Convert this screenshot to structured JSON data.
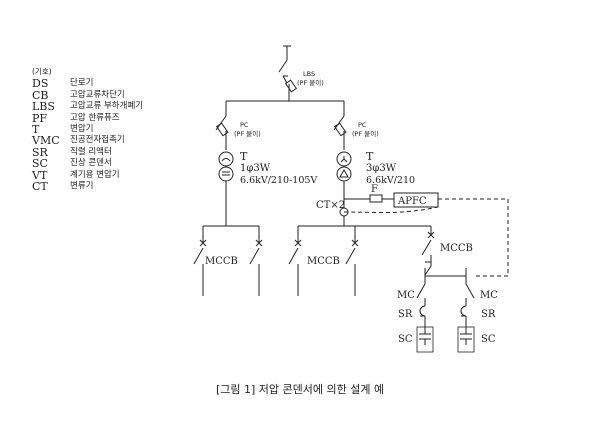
{
  "legend": {
    "heading": "(기호)",
    "items": [
      {
        "abbr": "DS",
        "desc": "단로기"
      },
      {
        "abbr": "CB",
        "desc": "고압교류차단기"
      },
      {
        "abbr": "LBS",
        "desc": "고압교류 부하개폐기"
      },
      {
        "abbr": "PF",
        "desc": "고압 한류퓨즈"
      },
      {
        "abbr": "T",
        "desc": "변압기"
      },
      {
        "abbr": "VMC",
        "desc": "진공전자접촉기"
      },
      {
        "abbr": "SR",
        "desc": "직렬 리액터"
      },
      {
        "abbr": "SC",
        "desc": "진상 콘덴서"
      },
      {
        "abbr": "VT",
        "desc": "계기용 변압기"
      },
      {
        "abbr": "CT",
        "desc": "변류기"
      }
    ]
  },
  "diagram": {
    "lbs_label": "LBS",
    "lbs_sub": "(PF 붙이)",
    "pc_left_label": "PC",
    "pc_left_sub": "(PF 붙이)",
    "pc_right_label": "PC",
    "pc_right_sub": "(PF 붙이)",
    "t_left": {
      "name": "T",
      "phase": "1φ3W",
      "rating": "6.6kV/210-105V"
    },
    "t_right": {
      "name": "T",
      "phase": "3φ3W",
      "rating": "6.6kV/210"
    },
    "fuse_label": "F",
    "apfc_label": "APFC",
    "ct_label": "CT×2",
    "mccb_left": "MCCB",
    "mccb_mid": "MCCB",
    "mccb_right": "MCCB",
    "mc_left": "MC",
    "mc_right": "MC",
    "sr_left": "SR",
    "sr_right": "SR",
    "sc_left": "SC",
    "sc_right": "SC"
  },
  "caption": "[그림 1] 저압 콘덴서에 의한 설계 예"
}
